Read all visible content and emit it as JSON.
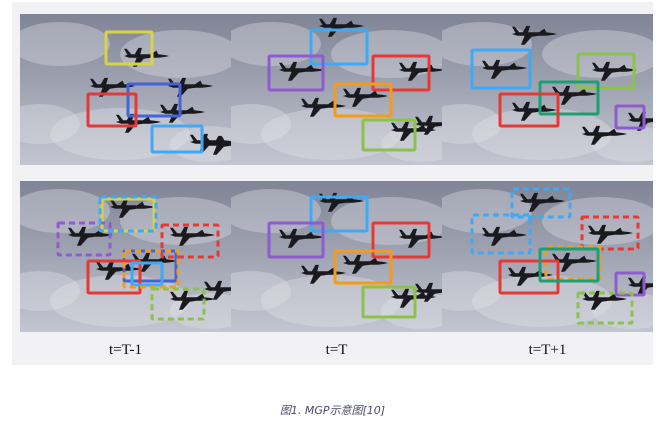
{
  "figure": {
    "time_labels": [
      "t=T-1",
      "t=T",
      "t=T+1"
    ],
    "caption": "图1. MGP示意图[10]"
  },
  "colors": {
    "yellow": "#d8d24a",
    "blue": "#4363d8",
    "red": "#e53935",
    "light_blue": "#3fa9f5",
    "purple": "#8e5bd0",
    "orange": "#f59b1c",
    "green": "#8bc34a",
    "teal": "#1e9e73",
    "sky_top": "#7f8496",
    "sky_bottom": "#c3c6d0",
    "jet": "#1a1a1e"
  }
}
